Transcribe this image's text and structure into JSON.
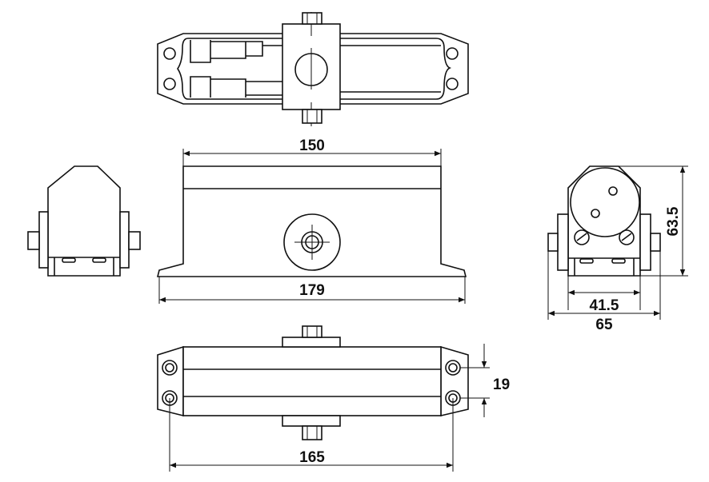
{
  "title": "Door closer dimension drawing",
  "dimensions": {
    "top_length": "150",
    "base_length": "179",
    "height": "63.5",
    "inner_width": "41.5",
    "overall_width": "65",
    "hole_spacing": "19",
    "hole_centers": "165"
  },
  "colors": {
    "line": "#111111",
    "background": "#ffffff"
  }
}
